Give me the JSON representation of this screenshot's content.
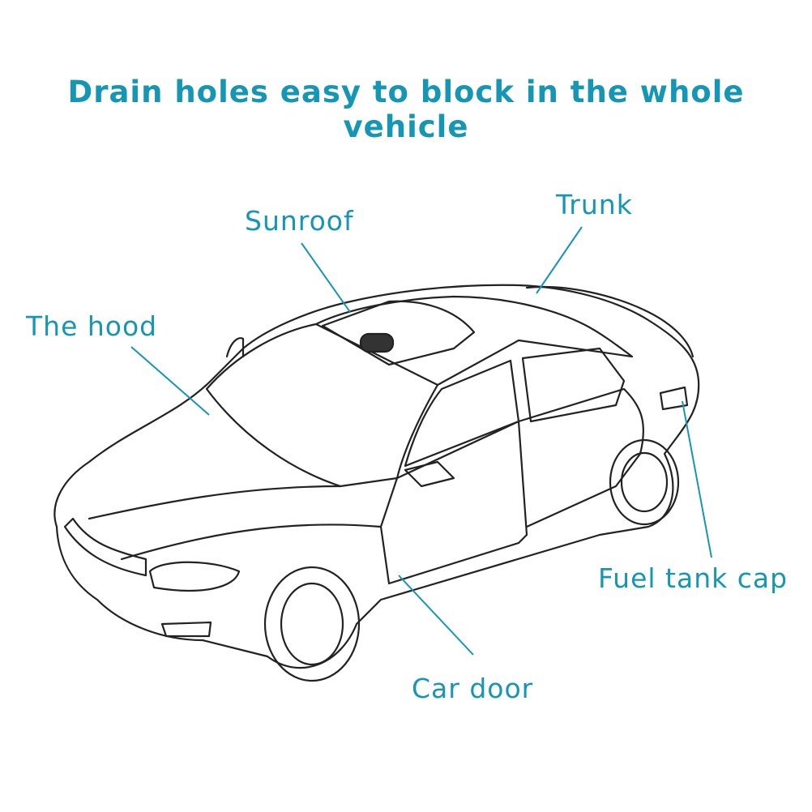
{
  "title": "Drain holes easy to block in the whole vehicle",
  "accent_color": "#1496b4",
  "labels": {
    "sunroof": "Sunroof",
    "trunk": "Trunk",
    "hood": "The hood",
    "fuel_tank_cap": "Fuel tank cap",
    "car_door": "Car door"
  }
}
